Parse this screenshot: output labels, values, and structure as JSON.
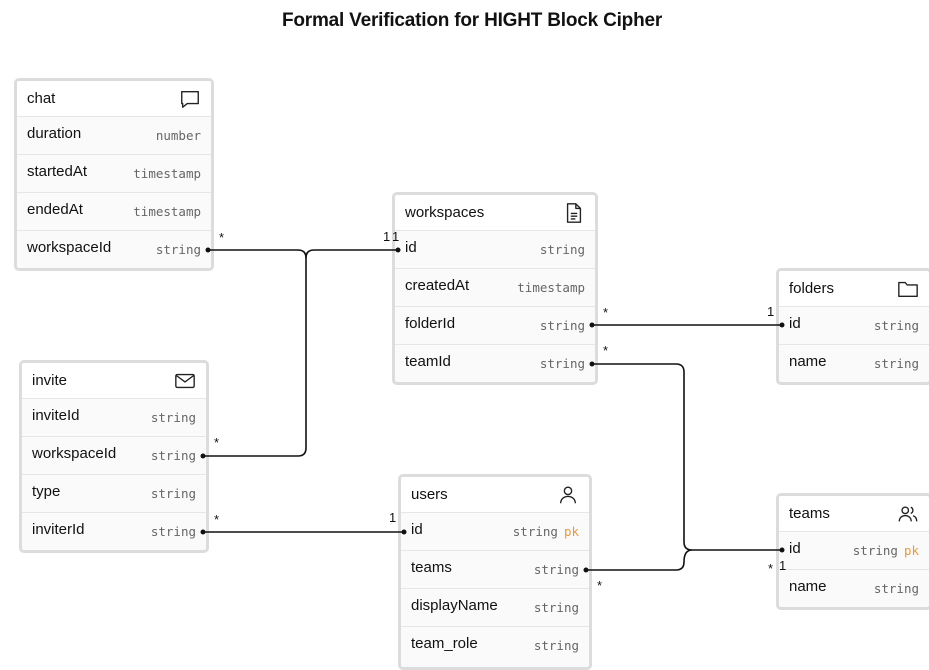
{
  "title": "Formal Verification for HIGHT Block Cipher",
  "entities": {
    "chat": {
      "name": "chat",
      "icon": "chat-bubble-icon",
      "fields": [
        {
          "name": "duration",
          "type": "number"
        },
        {
          "name": "startedAt",
          "type": "timestamp"
        },
        {
          "name": "endedAt",
          "type": "timestamp"
        },
        {
          "name": "workspaceId",
          "type": "string"
        }
      ]
    },
    "invite": {
      "name": "invite",
      "icon": "envelope-icon",
      "fields": [
        {
          "name": "inviteId",
          "type": "string"
        },
        {
          "name": "workspaceId",
          "type": "string"
        },
        {
          "name": "type",
          "type": "string"
        },
        {
          "name": "inviterId",
          "type": "string"
        }
      ]
    },
    "workspaces": {
      "name": "workspaces",
      "icon": "document-icon",
      "fields": [
        {
          "name": "id",
          "type": "string"
        },
        {
          "name": "createdAt",
          "type": "timestamp"
        },
        {
          "name": "folderId",
          "type": "string"
        },
        {
          "name": "teamId",
          "type": "string"
        }
      ]
    },
    "folders": {
      "name": "folders",
      "icon": "folder-icon",
      "fields": [
        {
          "name": "id",
          "type": "string"
        },
        {
          "name": "name",
          "type": "string"
        }
      ]
    },
    "users": {
      "name": "users",
      "icon": "user-icon",
      "fields": [
        {
          "name": "id",
          "type": "string",
          "key": "pk"
        },
        {
          "name": "teams",
          "type": "string"
        },
        {
          "name": "displayName",
          "type": "string"
        },
        {
          "name": "team_role",
          "type": "string"
        }
      ]
    },
    "teams": {
      "name": "teams",
      "icon": "users-group-icon",
      "fields": [
        {
          "name": "id",
          "type": "string",
          "key": "pk"
        },
        {
          "name": "name",
          "type": "string"
        }
      ]
    }
  },
  "relations": [
    {
      "from": "chat.workspaceId",
      "to": "workspaces.id",
      "from_card": "*",
      "to_card": "1"
    },
    {
      "from": "invite.workspaceId",
      "to": "workspaces.id",
      "from_card": "*",
      "to_card": "1"
    },
    {
      "from": "workspaces.folderId",
      "to": "folders.id",
      "from_card": "*",
      "to_card": "1"
    },
    {
      "from": "workspaces.teamId",
      "to": "teams.id",
      "from_card": "*",
      "to_card": "1"
    },
    {
      "from": "users.teams",
      "to": "teams.id",
      "from_card": "*",
      "to_card": "*"
    },
    {
      "from": "invite.inviterId",
      "to": "users.id",
      "from_card": "*",
      "to_card": "1"
    }
  ]
}
